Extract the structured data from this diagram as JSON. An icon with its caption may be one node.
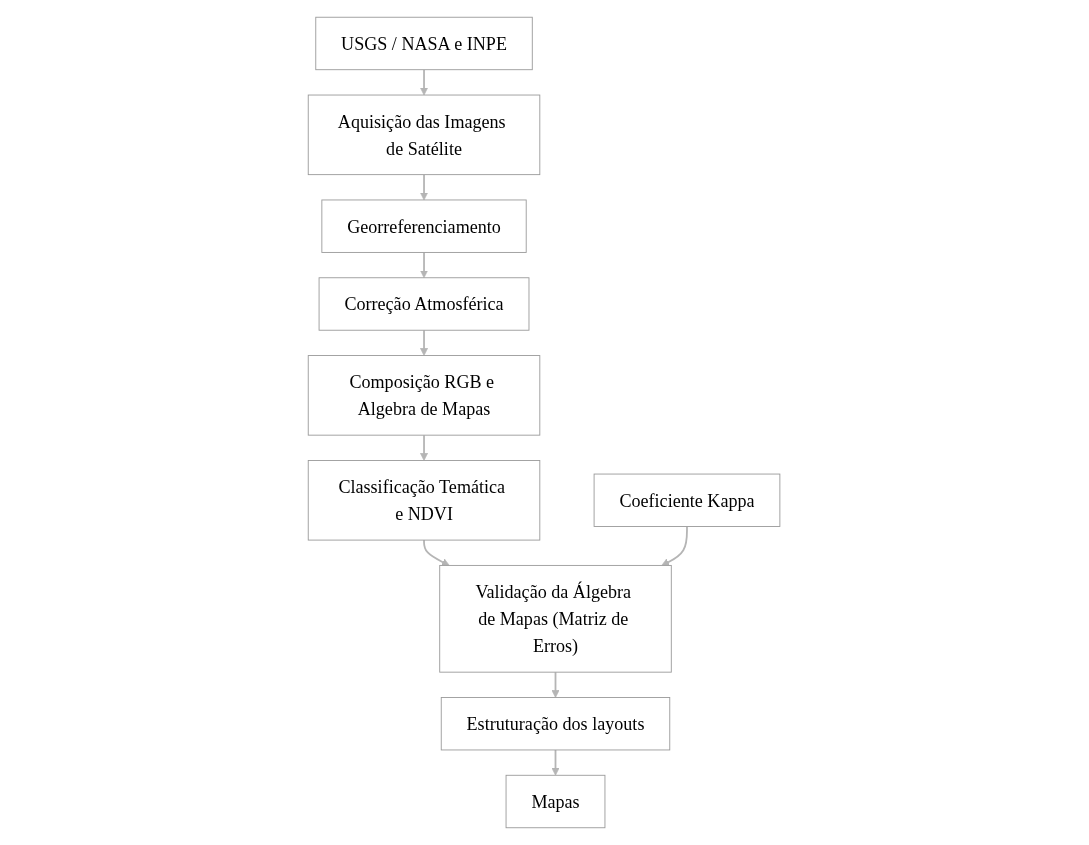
{
  "diagram": {
    "nodes": [
      {
        "text": [
          "USGS / NASA e INPE"
        ]
      },
      {
        "text": [
          "Aquisição das Imagens de Satélite"
        ]
      },
      {
        "text": [
          "Georreferenciamento"
        ]
      },
      {
        "text": [
          "Correção Atmosférica"
        ]
      },
      {
        "text": [
          "Composição RGB e Algebra de Mapas"
        ]
      },
      {
        "text": [
          "Classificação Temática e NDVI"
        ]
      },
      {
        "text": [
          "Validação da Álgebra de Mapas (Matriz de Erros)"
        ]
      },
      {
        "text": [
          "Estruturação dos layouts"
        ]
      },
      {
        "text": [
          "Mapas"
        ]
      },
      {
        "text": [
          "Coeficiente Kappa"
        ]
      }
    ],
    "edges": [
      {
        "from": 0,
        "to": 1,
        "arrow": "to"
      },
      {
        "from": 1,
        "to": 2,
        "arrow": "to"
      },
      {
        "from": 2,
        "to": 3,
        "arrow": "to"
      },
      {
        "from": 3,
        "to": 4,
        "arrow": "to"
      },
      {
        "from": 4,
        "to": 5,
        "arrow": "to"
      },
      {
        "from": 5,
        "to": 6,
        "arrow": "to"
      },
      {
        "from": 6,
        "to": 7,
        "arrow": "to"
      },
      {
        "from": 7,
        "to": 8,
        "arrow": "to"
      },
      {
        "from": 9,
        "to": 6,
        "arrow": "to"
      }
    ]
  }
}
